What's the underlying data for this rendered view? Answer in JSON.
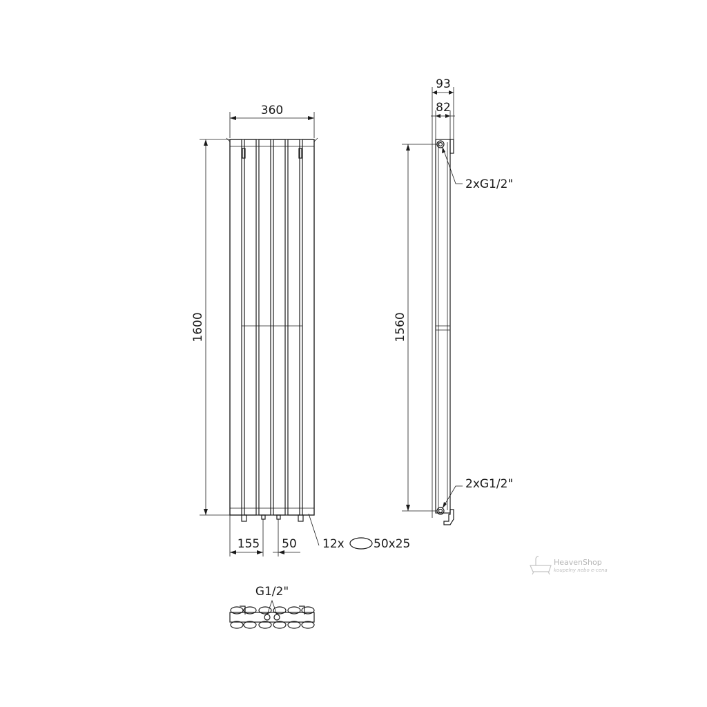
{
  "front_view": {
    "width_label": "360",
    "height_label": "1600",
    "offset_left_label": "155",
    "pipe_spacing_label": "50",
    "tube_spec": {
      "count": "12x",
      "size": "50x25"
    }
  },
  "side_view": {
    "depth_outer_label": "93",
    "depth_inner_label": "82",
    "height_label": "1560",
    "connection_top_label": "2xG1/2\"",
    "connection_bottom_label": "2xG1/2\""
  },
  "bottom_view": {
    "connection_label": "G1/2\""
  },
  "watermark": {
    "brand": "HeavenShop",
    "tagline": "koupelny nebo e-cena"
  }
}
